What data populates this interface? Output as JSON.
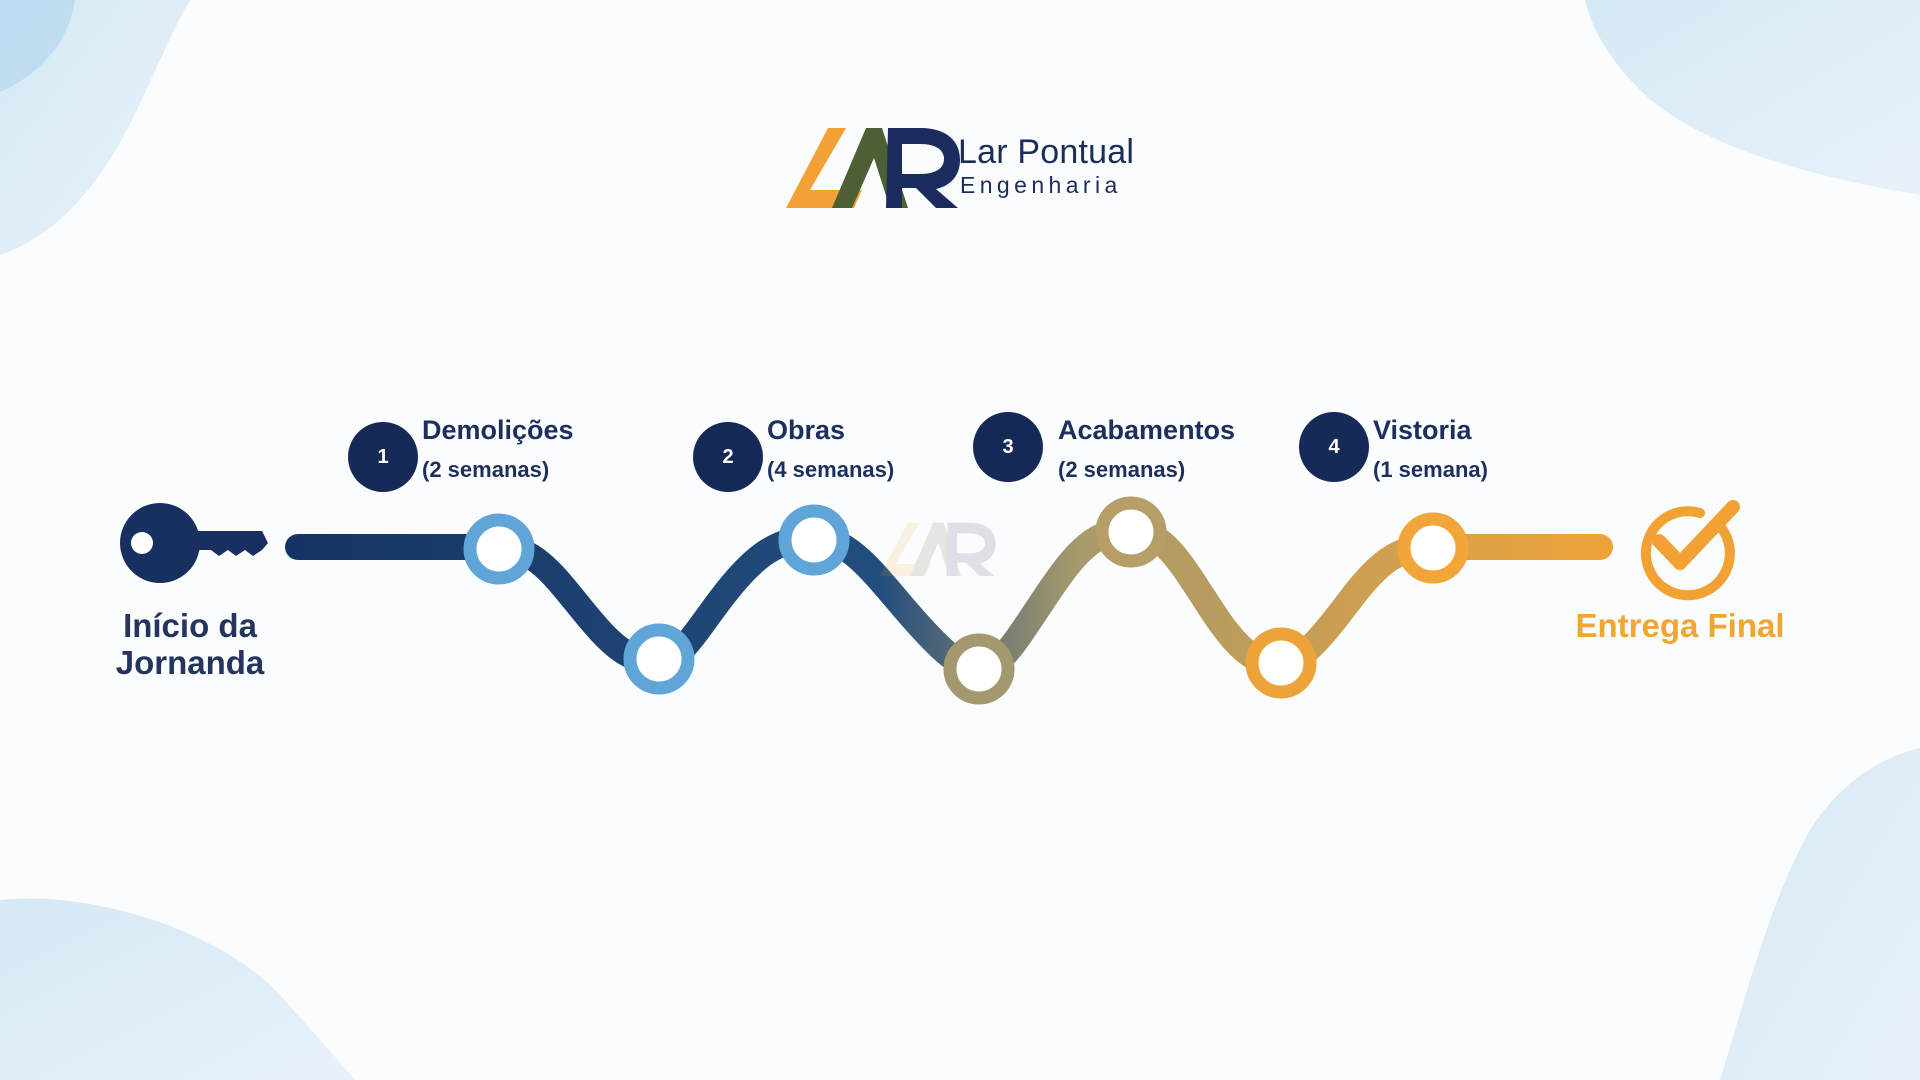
{
  "brand": {
    "name": "Lar Pontual",
    "subtitle": "Engenharia",
    "colors": {
      "orange": "#f2a234",
      "green": "#4d5f35",
      "navy": "#1b2d5c"
    }
  },
  "journey": {
    "start_label": "Início da Jornanda",
    "finish_label": "Entrega Final",
    "start_icon": "key-icon",
    "finish_icon": "check-circle-icon",
    "gradient": [
      "#163463",
      "#234d7d",
      "#a69a6c",
      "#eea33a"
    ],
    "steps": [
      {
        "number": "1",
        "title": "Demolições",
        "duration": "(2 semanas)"
      },
      {
        "number": "2",
        "title": "Obras",
        "duration": "(4 semanas)"
      },
      {
        "number": "3",
        "title": "Acabamentos",
        "duration": "(2 semanas)"
      },
      {
        "number": "4",
        "title": "Vistoria",
        "duration": "(1 semana)"
      }
    ]
  }
}
